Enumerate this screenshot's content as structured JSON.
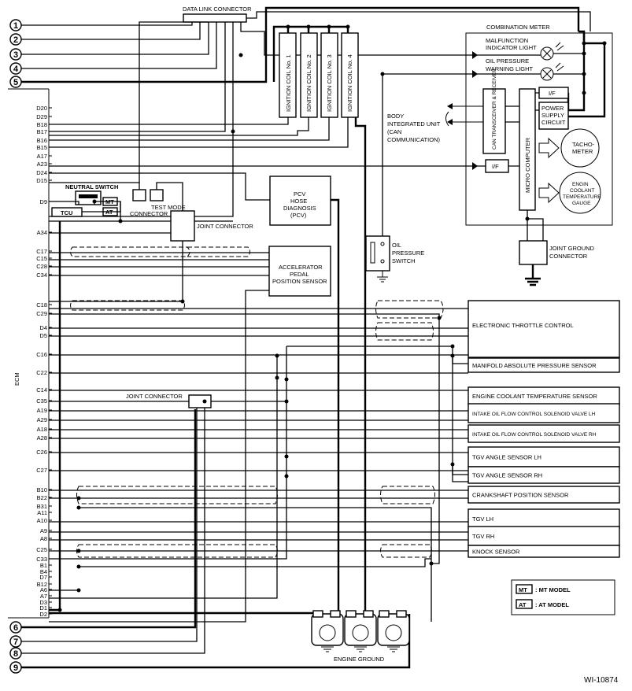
{
  "diagram": {
    "figure_id": "WI-10874",
    "ecm_label": "ECM",
    "ecm_pins": [
      "D20",
      "D29",
      "B18",
      "B17",
      "B16",
      "B15",
      "A17",
      "A23",
      "D24",
      "D15",
      "D9",
      "A34",
      "C17",
      "C15",
      "C28",
      "C34",
      "C18",
      "C29",
      "D4",
      "D5",
      "C16",
      "C22",
      "C14",
      "C35",
      "A19",
      "A29",
      "A18",
      "A28",
      "C26",
      "C27",
      "B10",
      "B22",
      "B31",
      "A11",
      "A10",
      "A9",
      "A8",
      "C25",
      "C33",
      "B1",
      "B4",
      "D7",
      "B12",
      "A6",
      "A7",
      "D3",
      "D1",
      "D2"
    ],
    "connector_refs_top": [
      "1",
      "2",
      "3",
      "4",
      "5"
    ],
    "connector_refs_bottom": [
      "6",
      "7",
      "8",
      "9"
    ],
    "labels": {
      "data_link_connector": "DATA LINK CONNECTOR",
      "combination_meter": "COMBINATION METER",
      "malfunction_indicator": [
        "MALFUNCTION",
        "INDICATOR LIGHT"
      ],
      "oil_pressure_warning": [
        "OIL PRESSURE",
        "WARNING LIGHT"
      ],
      "if_label": "I/F",
      "power_supply": [
        "POWER",
        "SUPPLY",
        "CIRCUIT"
      ],
      "can_transceiver": "CAN TRANSCEIVER & RECEIVER",
      "micro_computer": "MICRO COMPUTER",
      "tachometer": [
        "TACHO-",
        "METER"
      ],
      "coolant_gauge": [
        "ENGIN",
        "COOLANT",
        "TEMPERATURE",
        "GAUGE"
      ],
      "body_integrated_unit": [
        "BODY",
        "INTEGRATED UNIT",
        "(CAN",
        "COMMUNICATION)"
      ],
      "ignition_coils": [
        "IGNITION COIL No. 1",
        "IGNITION COIL No. 2",
        "IGNITION COIL No. 3",
        "IGNITION COIL No. 4"
      ],
      "neutral_switch": "NEUTRAL SWITCH",
      "mt": "MT",
      "at": "AT",
      "tcu": "TCU",
      "test_mode": [
        "TEST MODE",
        "CONNECTOR"
      ],
      "joint_connector": "JOINT CONNECTOR",
      "joint_ground_connector": [
        "JOINT GROUND",
        "CONNECTOR"
      ],
      "pcv": [
        "PCV",
        "HOSE",
        "DIAGNOSIS",
        "(PCV)"
      ],
      "accelerator": [
        "ACCELERATOR",
        "PEDAL",
        "POSITION SENSOR"
      ],
      "oil_pressure_switch": [
        "OIL",
        "PRESSURE",
        "SWITCH"
      ],
      "engine_ground": "ENGINE GROUND",
      "legend_mt": ": MT MODEL",
      "legend_at": ": AT MODEL"
    },
    "components_right": [
      "ELECTRONIC THROTTLE CONTROL",
      "MANIFOLD ABSOLUTE PRESSURE SENSOR",
      "ENGINE COOLANT TEMPERATURE SENSOR",
      "INTAKE OIL FLOW CONTROL SOLENOID VALVE LH",
      "INTAKE OIL FLOW CONTROL SOLENOID VALVE RH",
      "TGV ANGLE SENSOR LH",
      "TGV ANGLE SENSOR RH",
      "CRANKSHAFT POSITION SENSOR",
      "TGV LH",
      "TGV RH",
      "KNOCK SENSOR"
    ]
  }
}
